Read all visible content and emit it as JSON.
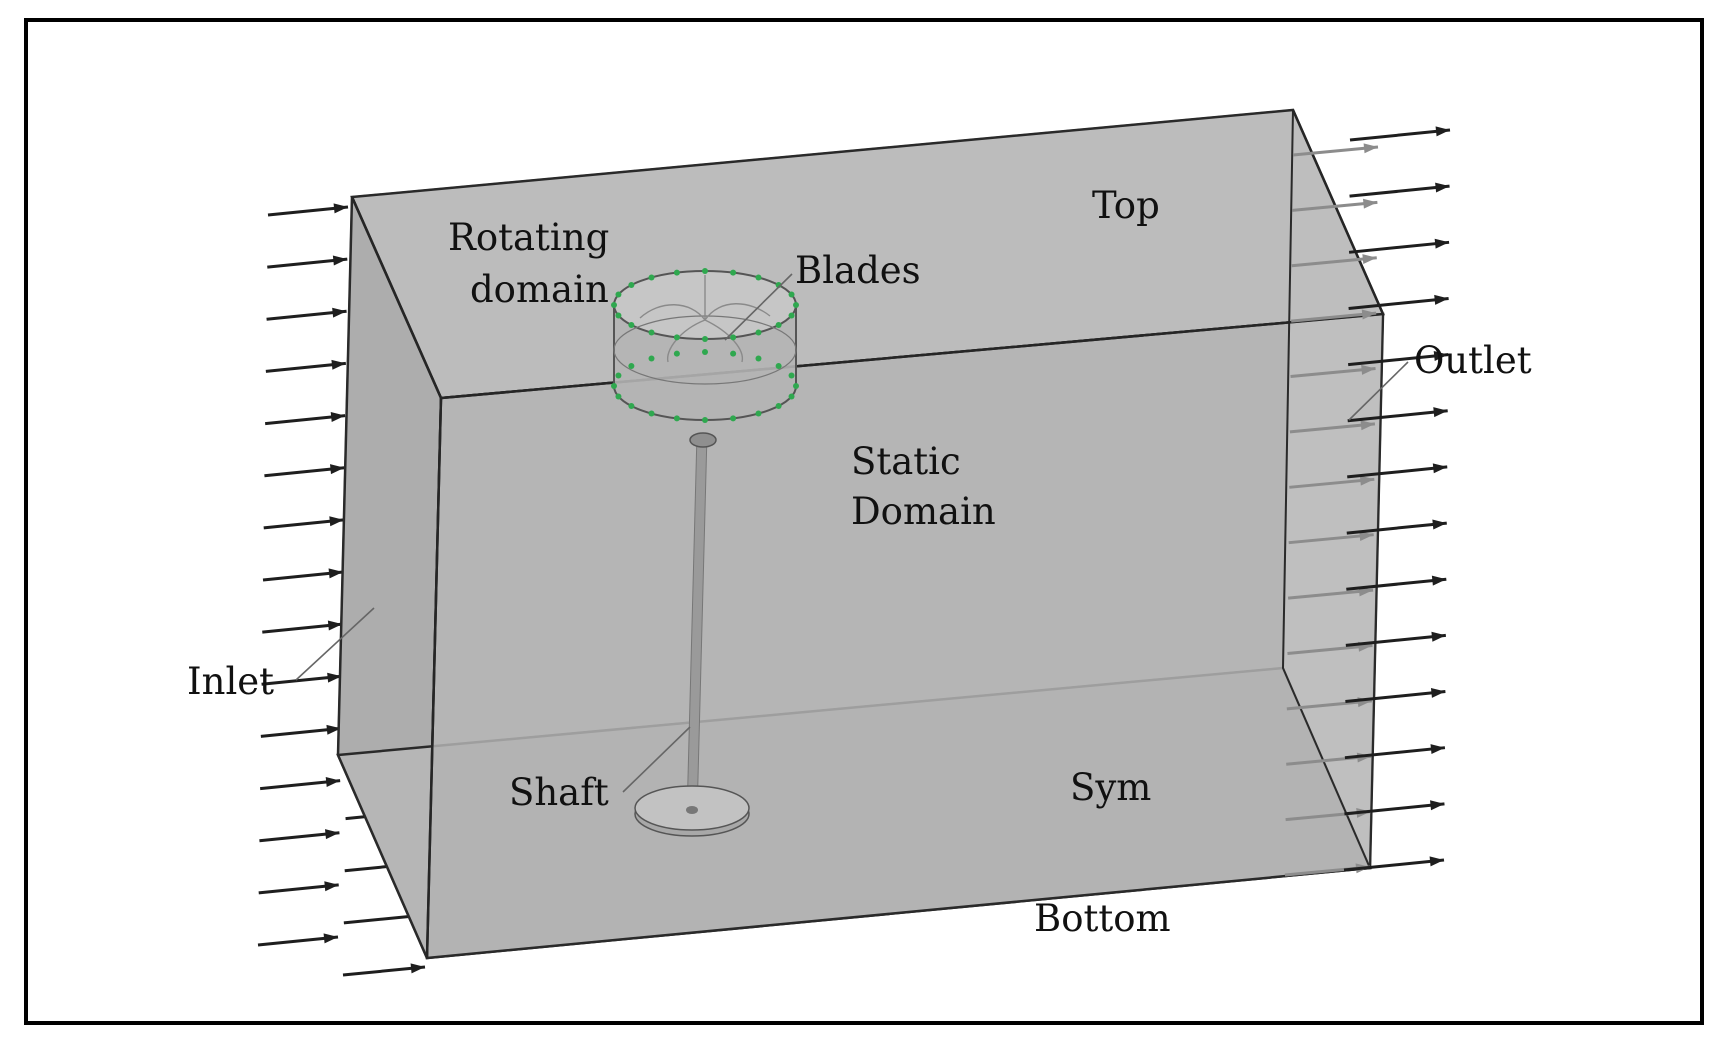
{
  "labels": {
    "top": "Top",
    "rotating_line1": "Rotating",
    "rotating_line2": "domain",
    "blades": "Blades",
    "outlet": "Outlet",
    "static_line1": "Static",
    "static_line2": "Domain",
    "inlet": "Inlet",
    "shaft": "Shaft",
    "sym": "Sym",
    "bottom": "Bottom"
  },
  "colors": {
    "box_fill": "#b9b9b9",
    "box_edge": "#2a2a2a",
    "arrow": "#1e1e1e",
    "arrow_faint": "#8c8c8c",
    "blade_marker": "#2fa84f",
    "frame": "#000000"
  }
}
